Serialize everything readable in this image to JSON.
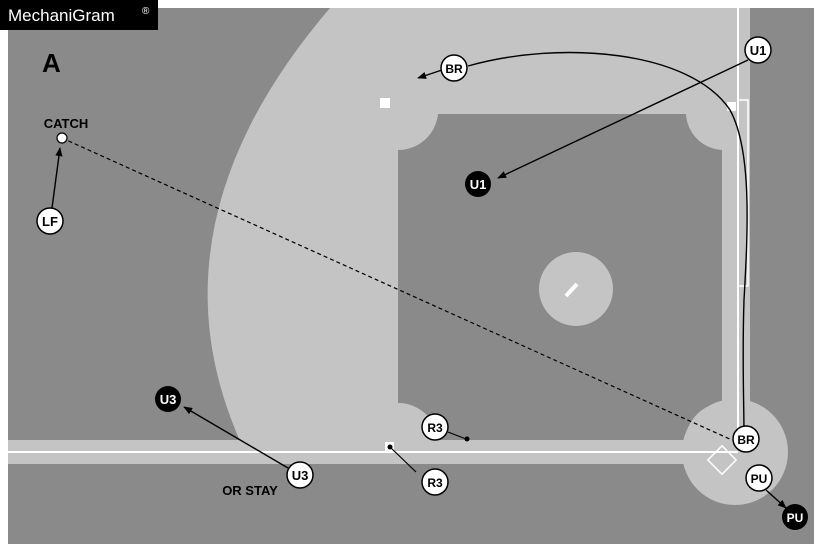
{
  "brand": {
    "name": "MechaniGram",
    "mark": "®"
  },
  "diagram": {
    "panel_letter": "A",
    "texts": {
      "catch": "CATCH",
      "or_stay": "OR STAY"
    },
    "markers": {
      "u1_start": "U1",
      "u1_end": "U1",
      "br_start": "BR",
      "br_end": "BR",
      "lf": "LF",
      "r3_start": "R3",
      "r3_end": "R3",
      "u3_start": "U3",
      "u3_end": "U3",
      "pu_start": "PU",
      "pu_end": "PU"
    },
    "colors": {
      "field_dark": "#8a8a8a",
      "dirt_light": "#c4c4c4",
      "line": "#ffffff",
      "marker_fill_light": "#ffffff",
      "marker_fill_dark": "#000000"
    }
  }
}
